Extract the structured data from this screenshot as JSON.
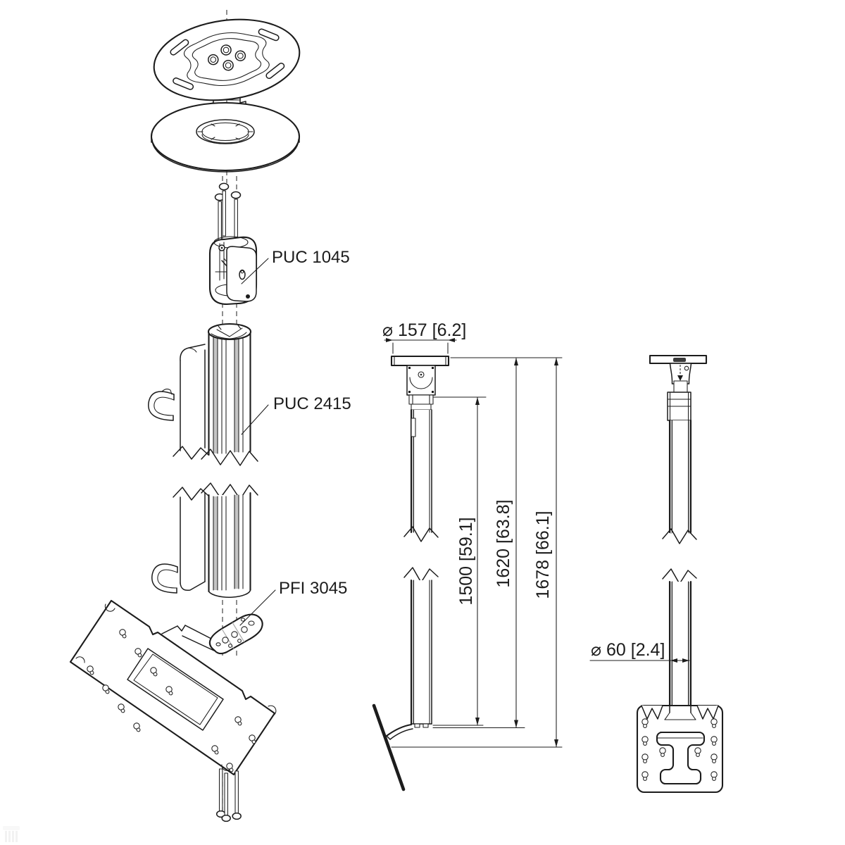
{
  "part_labels": {
    "puc_1045": "PUC 1045",
    "puc_2415": "PUC 2415",
    "pfi_3045": "PFI 3045"
  },
  "dimensions": {
    "plate_diameter": {
      "label": "⌀ 157 [6.2]",
      "mm": 157,
      "inches": 6.2
    },
    "pole_length": {
      "label": "1500 [59.1]",
      "mm": 1500,
      "inches": 59.1
    },
    "mount_length": {
      "label": "1620 [63.8]",
      "mm": 1620,
      "inches": 63.8
    },
    "total_length": {
      "label": "1678 [66.1]",
      "mm": 1678,
      "inches": 66.1
    },
    "pole_diameter": {
      "label": "⌀ 60 [2.4]",
      "mm": 60,
      "inches": 2.4
    }
  },
  "colors": {
    "line": "#1c1c1c",
    "background": "#ffffff",
    "shading": "#c4c4c4"
  }
}
